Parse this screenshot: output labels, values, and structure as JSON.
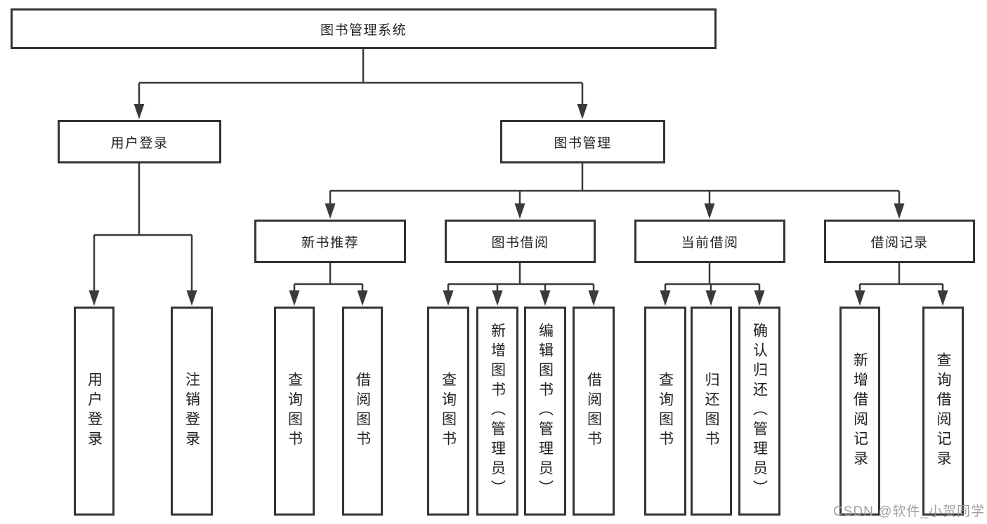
{
  "tree": {
    "label": "图书管理系统",
    "children": [
      {
        "label": "用户登录",
        "children": [
          {
            "label": "用户登录"
          },
          {
            "label": "注销登录"
          }
        ]
      },
      {
        "label": "图书管理",
        "children": [
          {
            "label": "新书推荐",
            "children": [
              {
                "label": "查询图书"
              },
              {
                "label": "借阅图书"
              }
            ]
          },
          {
            "label": "图书借阅",
            "children": [
              {
                "label": "查询图书"
              },
              {
                "label": "新增图书（管理员）"
              },
              {
                "label": "编辑图书（管理员）"
              },
              {
                "label": "借阅图书"
              }
            ]
          },
          {
            "label": "当前借阅",
            "children": [
              {
                "label": "查询图书"
              },
              {
                "label": "归还图书"
              },
              {
                "label": "确认归还（管理员）"
              }
            ]
          },
          {
            "label": "借阅记录",
            "children": [
              {
                "label": "新增借阅记录"
              },
              {
                "label": "查询借阅记录"
              }
            ]
          }
        ]
      }
    ]
  },
  "watermark": {
    "text": "CSDN @软件_小贺同学"
  },
  "colors": {
    "line": "#3a3a3a",
    "border": "#343434",
    "text": "#222222",
    "watermark": "#949494"
  }
}
